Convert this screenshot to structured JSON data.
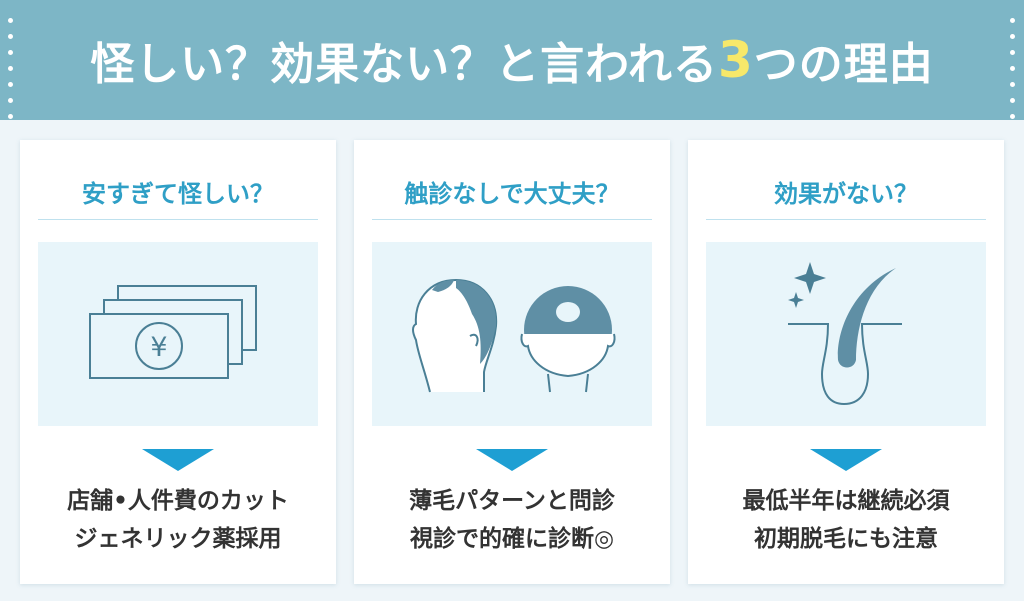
{
  "header": {
    "title_before": "怪しい？効果ない？と言われる",
    "title_number": "3",
    "title_after": "つの理由"
  },
  "cards": [
    {
      "title": "安すぎて怪しい？",
      "illustration_icon": "yen-banknotes-icon",
      "lines": [
        "店舗•人件費のカット",
        "ジェネリック薬採用"
      ]
    },
    {
      "title": "触診なしで大丈夫？",
      "illustration_icon": "thinning-hair-heads-icon",
      "lines": [
        "薄毛パターンと問診",
        "視診で的確に診断◎"
      ]
    },
    {
      "title": "効果がない？",
      "illustration_icon": "hair-follicle-sparkle-icon",
      "lines": [
        "最低半年は継続必須",
        "初期脱毛にも注意"
      ]
    }
  ],
  "colors": {
    "header_bg": "#7db6c6",
    "accent_number": "#f7e86a",
    "card_title": "#2f9fc6",
    "arrow": "#1e9fd3",
    "illustration_stroke": "#4a7f95",
    "illustration_fill": "#5f8fa5"
  }
}
